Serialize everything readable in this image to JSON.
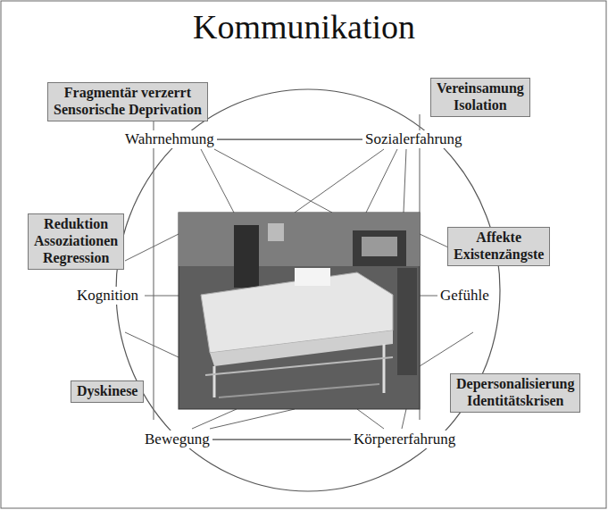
{
  "diagram": {
    "title": "Kommunikation",
    "nodes": [
      {
        "text": [
          "Fragmentär verzerrt",
          "Sensorische Deprivation"
        ]
      },
      {
        "text": [
          "Vereinsamung",
          "Isolation"
        ]
      },
      {
        "text": [
          "Wahrnehmung"
        ]
      },
      {
        "text": [
          "Sozialerfahrung"
        ]
      },
      {
        "text": [
          "Reduktion",
          "Assoziationen",
          "Regression"
        ]
      },
      {
        "text": [
          "Affekte",
          "Existenzängste"
        ]
      },
      {
        "text": [
          "Kognition"
        ]
      },
      {
        "text": [
          "Gefühle"
        ]
      },
      {
        "text": [
          "Dyskinese"
        ]
      },
      {
        "text": [
          "Depersonalisierung",
          "Identitätskrisen"
        ]
      },
      {
        "text": [
          "Bewegung"
        ]
      },
      {
        "text": [
          "Körpererfahrung"
        ]
      }
    ],
    "edges": [
      {
        "from": 2,
        "to": 3,
        "arrow": "none"
      },
      {
        "from": 10,
        "to": 11,
        "arrow": "none"
      }
    ]
  }
}
